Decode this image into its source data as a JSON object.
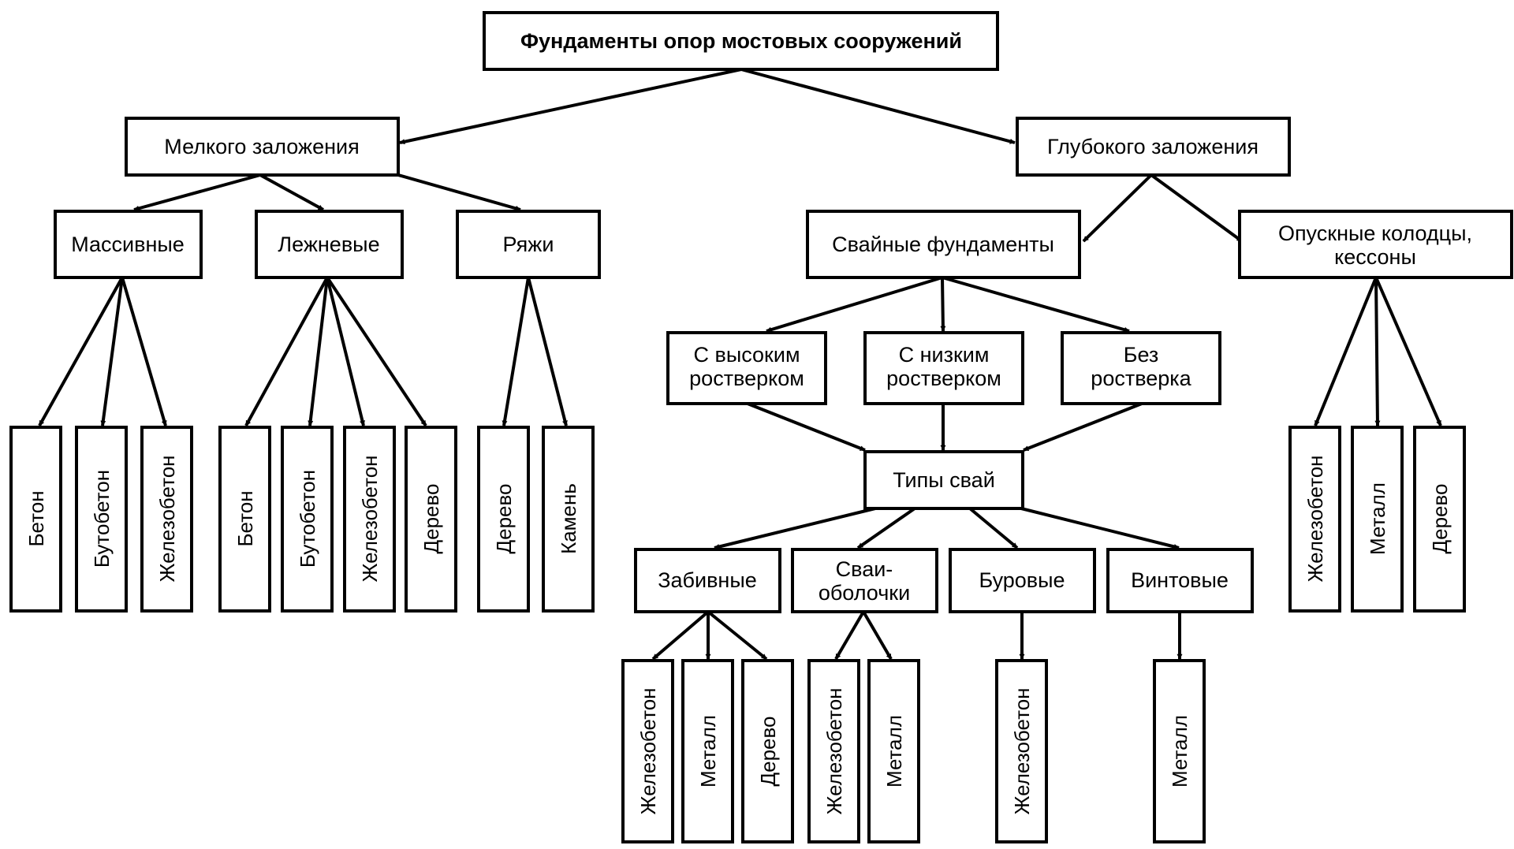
{
  "diagram": {
    "title": "Фундаменты опор мостовых сооружений",
    "level1": {
      "shallow": "Мелкого заложения",
      "deep": "Глубокого заложения"
    },
    "shallow_types": {
      "massive": "Массивные",
      "strip": "Лежневые",
      "crib": "Ряжи"
    },
    "deep_types": {
      "pile": "Свайные фундаменты",
      "caisson_line1": "Опускные колодцы,",
      "caisson_line2": "кессоны"
    },
    "grillage": {
      "high_line1": "С высоким",
      "high_line2": "ростверком",
      "low_line1": "С низким",
      "low_line2": "ростверком",
      "none_line1": "Без",
      "none_line2": "ростверка"
    },
    "pile_types_title": "Типы свай",
    "pile_types": {
      "driven": "Забивные",
      "shell_line1": "Сваи-",
      "shell_line2": "оболочки",
      "bored": "Буровые",
      "screw": "Винтовые"
    },
    "materials": {
      "massive": [
        "Бетон",
        "Бутобетон",
        "Железобетон"
      ],
      "strip": [
        "Бетон",
        "Бутобетон",
        "Железобетон",
        "Дерево"
      ],
      "crib": [
        "Дерево",
        "Камень"
      ],
      "caisson": [
        "Железобетон",
        "Металл",
        "Дерево"
      ],
      "driven": [
        "Железобетон",
        "Металл",
        "Дерево"
      ],
      "shell": [
        "Железобетон",
        "Металл"
      ],
      "bored": [
        "Железобетон"
      ],
      "screw": [
        "Металл"
      ]
    }
  }
}
